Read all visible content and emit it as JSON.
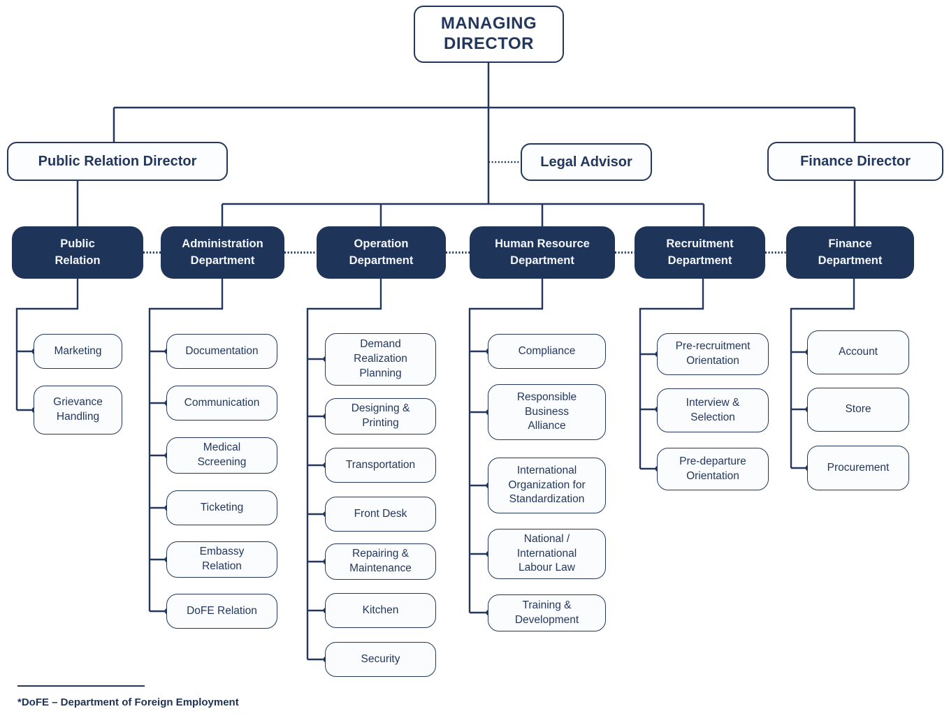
{
  "root": {
    "label": "MANAGING DIRECTOR"
  },
  "directors": [
    {
      "label": "Public Relation Director"
    },
    {
      "label": "Legal Advisor"
    },
    {
      "label": "Finance Director"
    }
  ],
  "departments": [
    {
      "label": "Public Relation",
      "items": [
        "Marketing",
        "Grievance Handling"
      ]
    },
    {
      "label": "Administration Department",
      "items": [
        "Documentation",
        "Communication",
        "Medical Screening",
        "Ticketing",
        "Embassy Relation",
        "DoFE Relation"
      ]
    },
    {
      "label": "Operation Department",
      "items": [
        "Demand Realization Planning",
        "Designing & Printing",
        "Transportation",
        "Front Desk",
        "Repairing & Maintenance",
        "Kitchen",
        "Security"
      ]
    },
    {
      "label": "Human Resource Department",
      "items": [
        "Compliance",
        "Responsible Business Alliance",
        "International Organization for Standardization",
        "National / International Labour Law",
        "Training & Development"
      ]
    },
    {
      "label": "Recruitment Department",
      "items": [
        "Pre-recruitment Orientation",
        "Interview & Selection",
        "Pre-departure Orientation"
      ]
    },
    {
      "label": "Finance Department",
      "items": [
        "Account",
        "Store",
        "Procurement"
      ]
    }
  ],
  "footnote": "*DoFE – Department of Foreign Employment",
  "colors": {
    "navy": "#23375c",
    "dept_fill": "#1e3458",
    "light_fill": "#fbfcfe",
    "dept_text": "#f4f6fa"
  }
}
